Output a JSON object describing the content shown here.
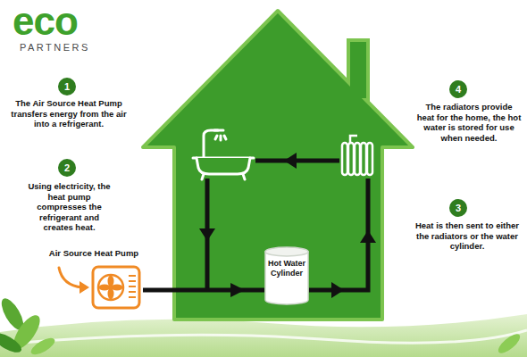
{
  "diagram": {
    "nodes": [
      {
        "text": [
          "Air Source Heat Pump"
        ]
      },
      {
        "text": [
          "Hot Water Cylinder"
        ]
      }
    ],
    "edges": [
      {
        "from": 0,
        "to": 1,
        "arrow": "to"
      }
    ],
    "labels": [
      "eco",
      "PARTNERS",
      "1",
      "The Air Source Heat Pump transfers energy from the air into a refrigerant.",
      "2",
      "Using electricity, the heat pump compresses the refrigerant and creates heat.",
      "4",
      "The radiators provide heat for the home, the hot water is stored for use when needed.",
      "3",
      "Heat is then sent to either the radiators or the water cylinder."
    ]
  }
}
